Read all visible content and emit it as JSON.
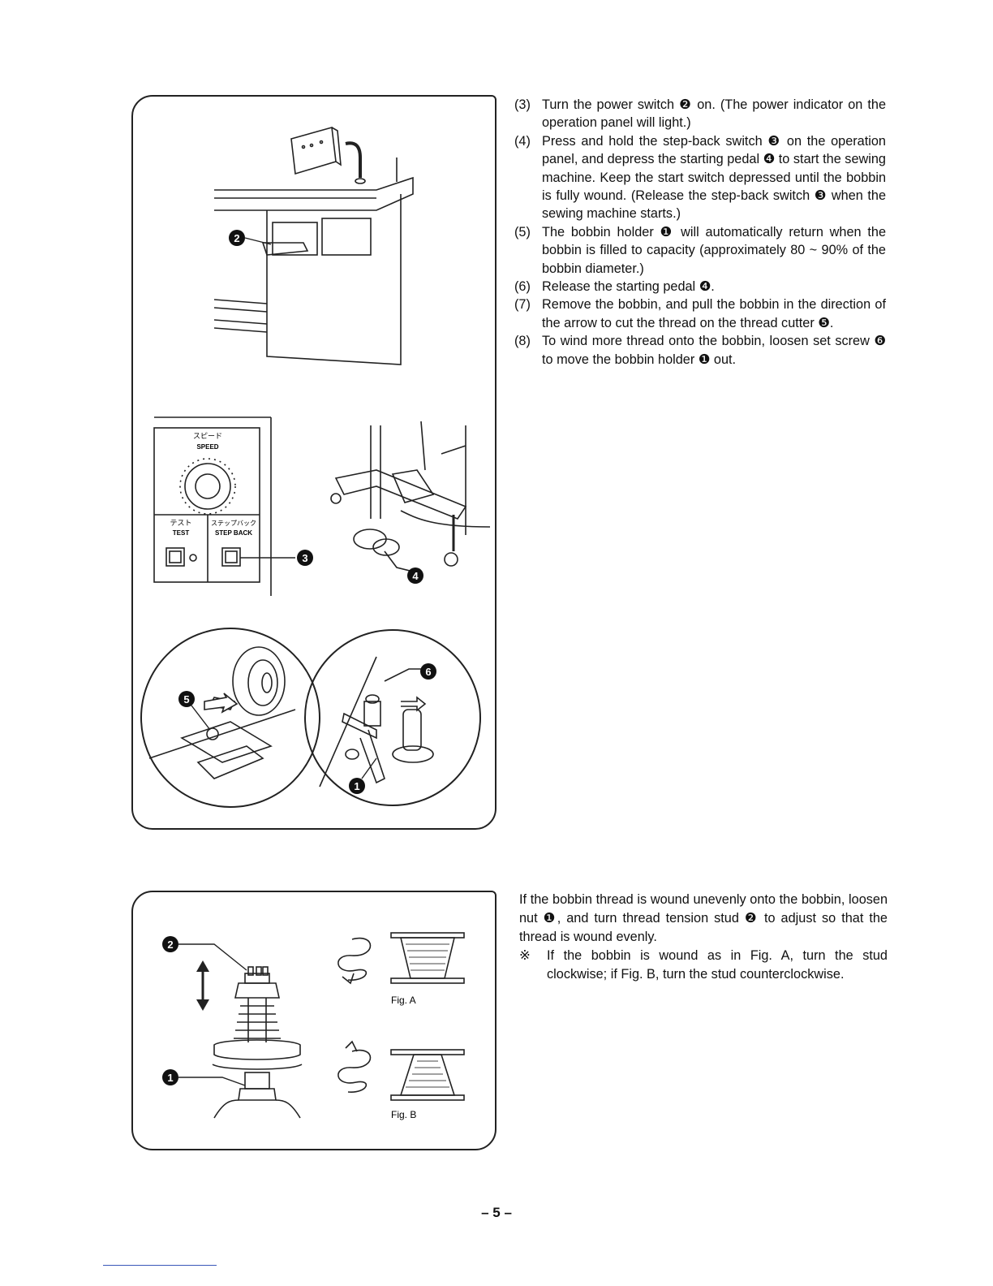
{
  "steps": [
    {
      "num": "(3)",
      "text": "Turn the power switch ❷ on. (The power indicator on the operation panel will light.)"
    },
    {
      "num": "(4)",
      "text": "Press and hold the step-back switch ❸ on the operation panel, and depress the starting pedal ❹ to start the sewing machine. Keep the start switch depressed until the bobbin is fully wound. (Release the step-back switch ❸ when the sewing machine starts.)"
    },
    {
      "num": "(5)",
      "text": "The bobbin holder ❶ will automatically return when the bobbin is filled to capacity (approximately 80 ~ 90% of the bobbin diameter.)"
    },
    {
      "num": "(6)",
      "text": "Release the starting pedal ❹."
    },
    {
      "num": "(7)",
      "text": "Remove the bobbin, and pull the bobbin in the direction of the arrow to cut the thread on the thread cutter ❺."
    },
    {
      "num": "(8)",
      "text": "To wind more thread onto the bobbin, loosen set screw ❻ to move the bobbin holder ❶ out."
    }
  ],
  "adjust_note": {
    "paragraph": "If the bobbin thread is wound unevenly onto the bobbin, loosen nut ❶, and turn thread tension stud ❷ to adjust so that the thread is wound evenly.",
    "remark_mark": "※",
    "remark": "If the bobbin is wound as in Fig. A, turn the stud clockwise; if Fig. B, turn the stud counterclockwise."
  },
  "figure_top": {
    "panel_jp_speed": "スピード",
    "panel_speed": "SPEED",
    "panel_jp_test": "テスト",
    "panel_test": "TEST",
    "panel_jp_stepback": "ステップバック",
    "panel_stepback": "STEP BACK",
    "callouts": [
      "1",
      "2",
      "3",
      "4",
      "5",
      "6"
    ]
  },
  "figure_bottom": {
    "fig_a": "Fig. A",
    "fig_b": "Fig. B",
    "callouts": [
      "1",
      "2"
    ]
  },
  "page_number": "– 5 –"
}
